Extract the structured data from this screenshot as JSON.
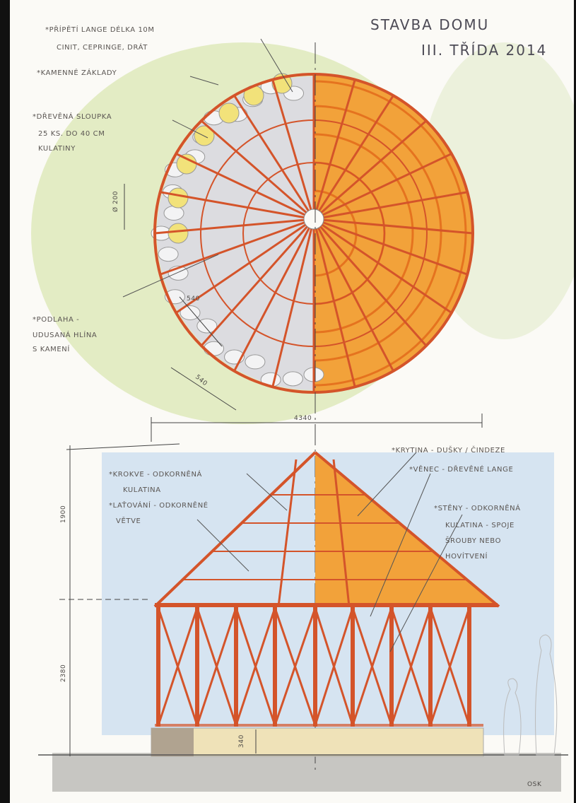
{
  "title": {
    "line1": "STAVBA DOMU",
    "line2": "III. TŘÍDA 2014"
  },
  "plan_labels": {
    "ring_rope": "*PŘÍPĚTÍ LANGE DÉLKA 10M",
    "ring_rope_2": "CINIT, CEPRINGE, DRÁT",
    "foundation": "*KAMENNÉ ZÁKLADY",
    "posts": "*DŘEVĚNÁ SLOUPKA",
    "posts_2": "25 KS. DO 40 CM",
    "posts_3": "KULATINY",
    "floor": "*PODLAHA -",
    "floor_2": "UDUSANÁ HLÍNA",
    "floor_3": "S KAMENÍ"
  },
  "section_labels": {
    "roof_cover": "*KRYTINA - DUŠKY / ČINDEZE",
    "ring_beam": "*VĚNEC - DŘEVĚNÉ LANGE",
    "rafters": "*KROKVE - ODKORNĚNÁ",
    "rafters_2": "KULATINA",
    "battens": "*LAŤOVÁNÍ - ODKORNĚNÉ",
    "battens_2": "VĚTVE",
    "walls": "*STĚNY - ODKORNĚNÁ",
    "walls_2": "KULATINA - SPOJE",
    "walls_3": "ŠROUBY NEBO",
    "walls_4": "HOVÍTVENÍ"
  },
  "dimensions": {
    "diameter": "4340",
    "post_spacing": "540",
    "radius": "540",
    "roof_height": "1900",
    "wall_height": "2380",
    "sill_height": "340",
    "post_size": "Ø 200"
  },
  "signature": "OSK",
  "colors": {
    "wood": "#d4542a",
    "thatch": "#f2a23a",
    "thatch_dark": "#e5731f",
    "stone": "#dcdce0",
    "grass": "#c9db8e",
    "sky": "#b8d1ea",
    "ink": "#4c4a55"
  }
}
